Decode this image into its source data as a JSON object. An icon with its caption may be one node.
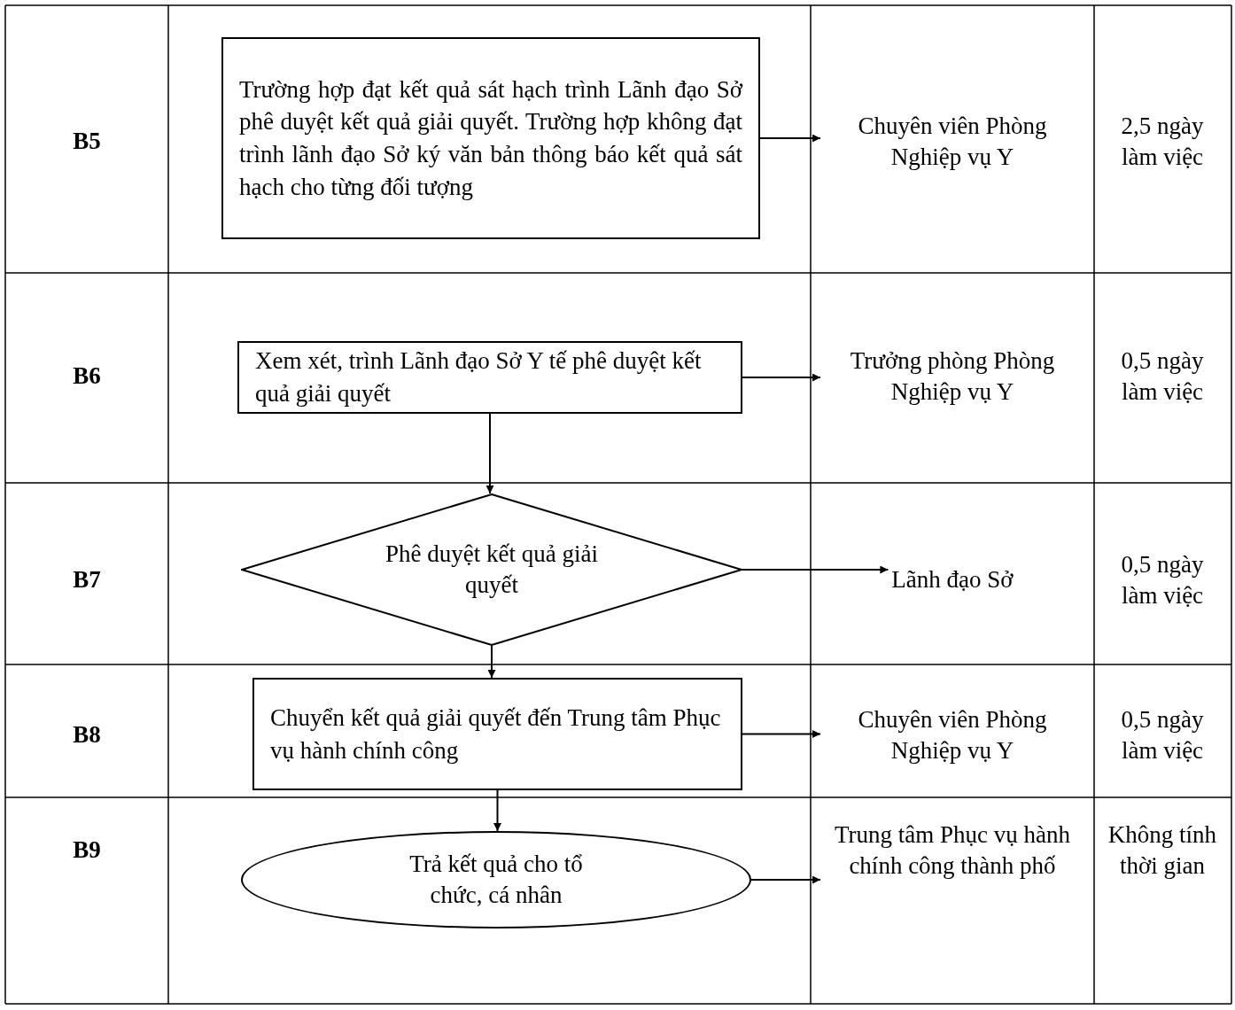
{
  "diagram": {
    "nodes": [
      {
        "text": [
          "Trường hợp đạt kết quả sát hạch trình Lãnh đạo Sở phê duyệt kết quả giải quyết. Trường hợp không đạt trình lãnh đạo Sở ký văn bản thông báo kết quả sát hạch cho từng đối tượng"
        ]
      },
      {
        "text": [
          "Chuyên viên Phòng Nghiệp vụ Y"
        ]
      },
      {
        "text": [
          "Xem xét, trình Lãnh đạo Sở Y tế phê duyệt kết quả giải quyết"
        ]
      },
      {
        "text": [
          "Trưởng phòng Phòng Nghiệp vụ Y"
        ]
      },
      {
        "text": [
          "Phê duyệt kết quả giải quyết"
        ]
      },
      {
        "text": [
          "Lãnh đạo Sở"
        ]
      },
      {
        "text": [
          "Chuyển kết quả giải quyết đến Trung tâm Phục vụ hành chính công"
        ]
      },
      {
        "text": [
          "Chuyên viên Phòng Nghiệp vụ Y"
        ]
      },
      {
        "text": [
          "Trả kết quả cho tổ chức, cá nhân"
        ]
      },
      {
        "text": [
          "Trung tâm Phục vụ hành chính công thành phố"
        ]
      }
    ],
    "edges": [
      {
        "from": 0,
        "to": 1,
        "arrow": "to"
      },
      {
        "from": 2,
        "to": 3,
        "arrow": "to"
      },
      {
        "from": 2,
        "to": 4,
        "arrow": "to"
      },
      {
        "from": 4,
        "to": 5,
        "arrow": "to"
      },
      {
        "from": 4,
        "to": 6,
        "arrow": "to"
      },
      {
        "from": 6,
        "to": 7,
        "arrow": "to"
      },
      {
        "from": 6,
        "to": 8,
        "arrow": "to"
      },
      {
        "from": 8,
        "to": 9,
        "arrow": "to"
      }
    ],
    "labels": [
      "B5",
      "2,5 ngày làm việc",
      "B6",
      "0,5 ngày làm việc",
      "B7",
      "0,5 ngày làm việc",
      "B8",
      "0,5 ngày làm việc",
      "B9",
      "Không tính thời gian"
    ]
  }
}
